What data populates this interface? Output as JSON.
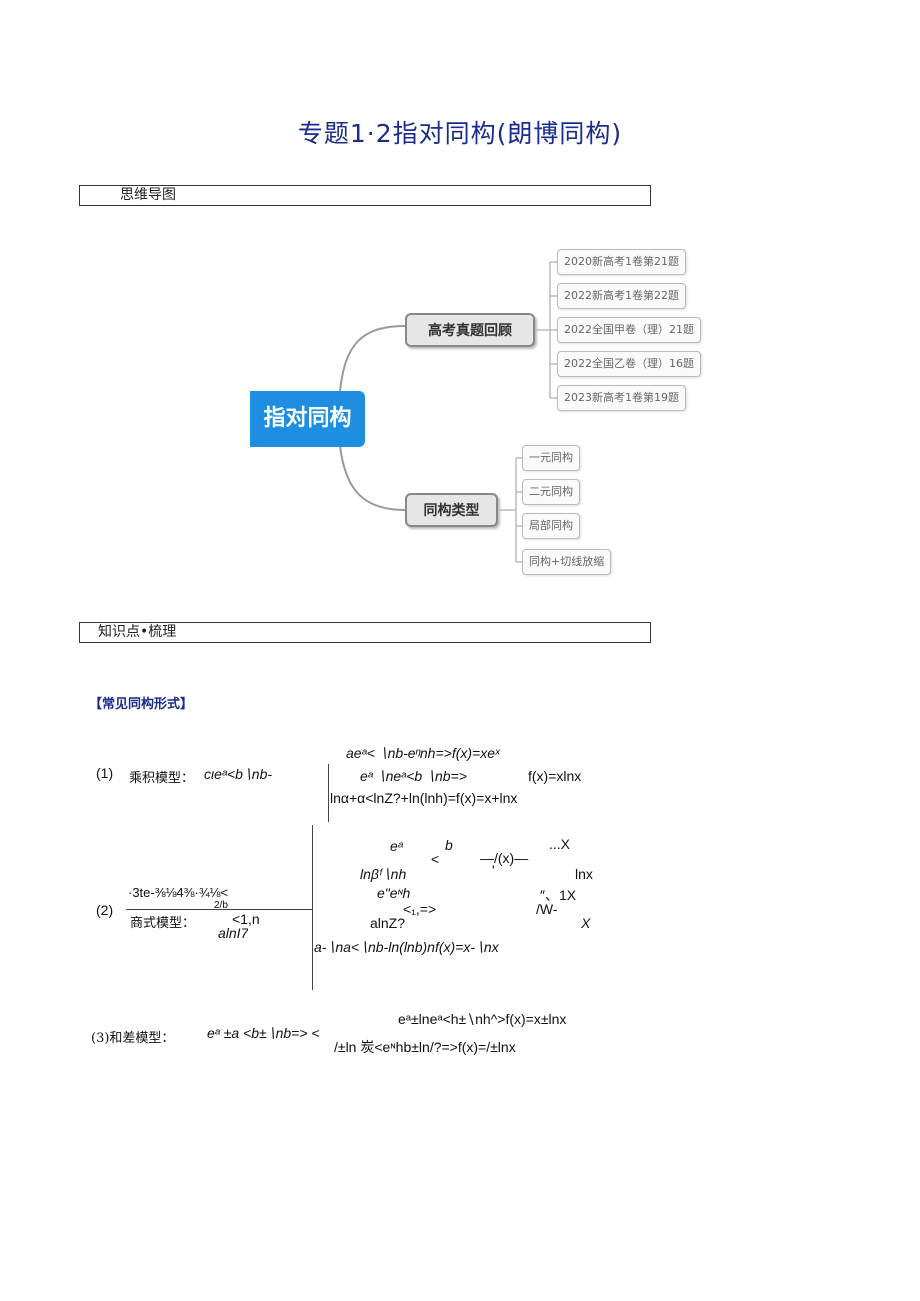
{
  "title": "专题1·2指对同构(朗博同构)",
  "sections": {
    "mindmap_label": "思维导图",
    "knowledge_label": "知识点•梳理"
  },
  "mindmap": {
    "root": "指对同构",
    "branch1": {
      "label": "高考真题回顾",
      "leaves": [
        "2020新高考1卷第21题",
        "2022新高考1卷第22题",
        "2022全国甲卷（理）21题",
        "2022全国乙卷（理）16题",
        "2023新高考1卷第19题"
      ]
    },
    "branch2": {
      "label": "同构类型",
      "leaves": [
        "一元同构",
        "二元同构",
        "局部同构",
        "同构+切线放缩"
      ]
    }
  },
  "common_forms_heading": "【常见同构形式】",
  "model1": {
    "number": "(1)",
    "label": "乘积模型：",
    "left": "cιeᵃ<b∖nb-",
    "lines": [
      "aeᵃ< ∖nb-eᵑnh=>f(x)=xeˣ",
      "eᵃ ∖neᵃ<b ∖nb=>",
      "f(x)=xlnx",
      "lnα+α<lnZ?+ln(lnh)=f(x)=x+lnx"
    ]
  },
  "model2": {
    "number": "(2)",
    "label": "商式模型：",
    "left_top": "·3te-⅜⅛4⅜·¾⅛<",
    "left_mid": "2/b",
    "left_bot1": "<1,n",
    "left_bot2": "alnI7",
    "frags": [
      "eᵃ",
      "b",
      "...X",
      "<",
      "—/(x)—",
      "lnβᶠ∖nh",
      "'",
      "lnx",
      "e\"eᶰh",
      "″、1X",
      "<₁,=>",
      "/W-",
      "alnZ?",
      "X",
      "a-∖na<∖nb-ln(lnb)nf(x)=x-∖nx"
    ]
  },
  "model3": {
    "label": "(3)和差模型：",
    "left": "eᵃ ±a <b±∖nb=> <",
    "line1": "eᵃ±lneᵃ<h±∖nh^>f(x)=x±lnx",
    "line2": "/±ln 炭<eᶰhb±ln/?=>f(x)=/±lnx"
  }
}
